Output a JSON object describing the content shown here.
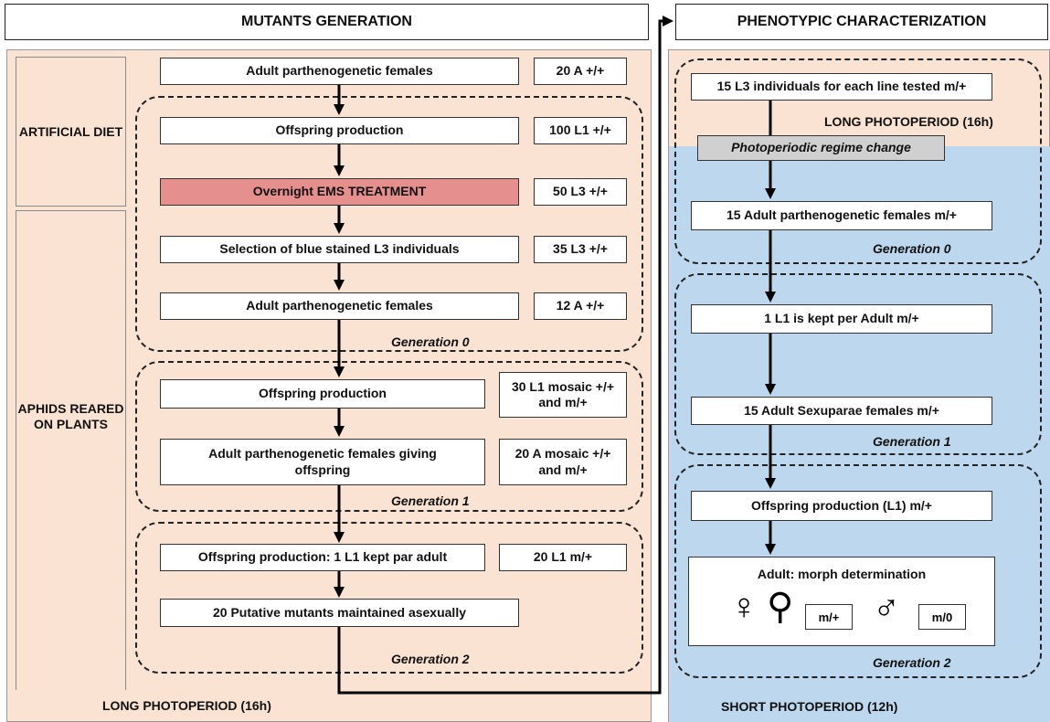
{
  "headers": {
    "left": "MUTANTS GENERATION",
    "right": "PHENOTYPIC CHARACTERIZATION"
  },
  "left": {
    "side_labels": {
      "artificial_diet": "ARTIFICIAL DIET",
      "aphids_plants": "APHIDS REARED ON PLANTS"
    },
    "steps": [
      {
        "label": "Adult parthenogenetic females",
        "count": "20 A +/+"
      },
      {
        "label": "Offspring production",
        "count": "100 L1 +/+"
      },
      {
        "label": "Overnight EMS TREATMENT",
        "count": "50 L3 +/+"
      },
      {
        "label": "Selection of blue stained L3 individuals",
        "count": "35 L3 +/+"
      },
      {
        "label": "Adult parthenogenetic females",
        "count": "12 A +/+"
      },
      {
        "label": "Offspring production",
        "count": "30 L1 mosaic +/+ and m/+"
      },
      {
        "label": "Adult parthenogenetic females giving offspring",
        "count": "20 A mosaic +/+ and m/+"
      },
      {
        "label": "Offspring production: 1 L1 kept par adult",
        "count": "20 L1 m/+"
      },
      {
        "label": "20 Putative mutants maintained asexually"
      }
    ],
    "generations": [
      "Generation 0",
      "Generation 1",
      "Generation 2"
    ],
    "photoperiod": "LONG PHOTOPERIOD (16h)"
  },
  "right": {
    "steps": [
      "15 L3 individuals for each line tested m/+",
      "Photoperiodic regime change",
      "15 Adult parthenogenetic females m/+",
      "1 L1 is kept per Adult m/+",
      "15 Adult Sexuparae females m/+",
      "Offspring production (L1) m/+",
      "Adult: morph determination"
    ],
    "long_photoperiod": "LONG PHOTOPERIOD (16h)",
    "generations": [
      "Generation 0",
      "Generation 1",
      "Generation 2"
    ],
    "morph_labels": {
      "female": "m/+",
      "male": "m/0"
    },
    "short_photoperiod": "SHORT PHOTOPERIOD (12h)"
  },
  "colors": {
    "peach": "#fbe3d3",
    "blue": "#bdd7ee",
    "ems_red": "#e58f8f",
    "grey": "#d0d0d0"
  },
  "icons": [
    "female-symbol-icon",
    "female-symbol-icon",
    "male-symbol-icon"
  ]
}
